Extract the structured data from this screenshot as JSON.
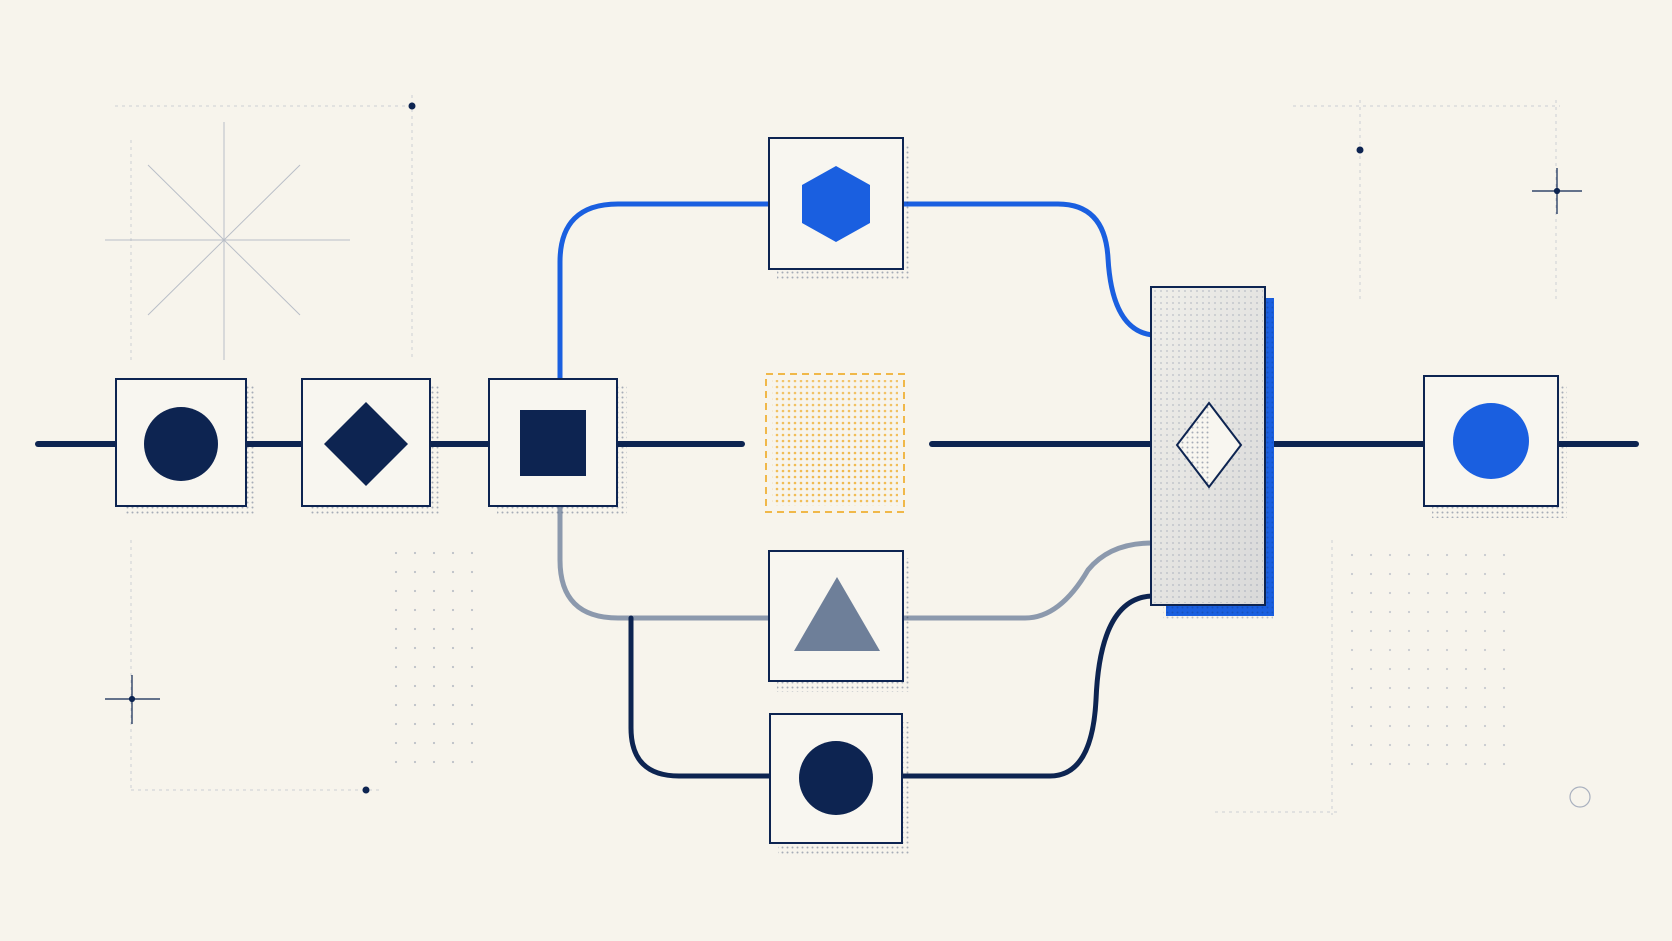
{
  "colors": {
    "background": "#f7f4ec",
    "navy": "#0d2451",
    "blue": "#1a5fe0",
    "slate": "#6e7f99",
    "amber": "#f0b84a",
    "node_fill": "#f8f6f0",
    "merge_fill": "#e6e6e6",
    "guide": "#b9bfcb"
  },
  "diagram": {
    "input_chain": [
      {
        "id": "input-circle",
        "shape": "circle",
        "color": "navy"
      },
      {
        "id": "input-diamond",
        "shape": "diamond",
        "color": "navy"
      },
      {
        "id": "router-square",
        "shape": "square",
        "color": "navy"
      }
    ],
    "branches": [
      {
        "id": "branch-hexagon",
        "shape": "hexagon",
        "color": "blue",
        "state": "active"
      },
      {
        "id": "branch-placeholder",
        "shape": "dashed-square",
        "color": "amber",
        "state": "pending"
      },
      {
        "id": "branch-triangle",
        "shape": "triangle",
        "color": "slate",
        "state": "active"
      },
      {
        "id": "branch-circle",
        "shape": "circle",
        "color": "navy",
        "state": "active"
      }
    ],
    "merge_node": {
      "id": "merge-diamond",
      "shape": "diamond-outline",
      "color": "navy"
    },
    "output_node": {
      "id": "output-circle",
      "shape": "circle",
      "color": "blue"
    }
  }
}
